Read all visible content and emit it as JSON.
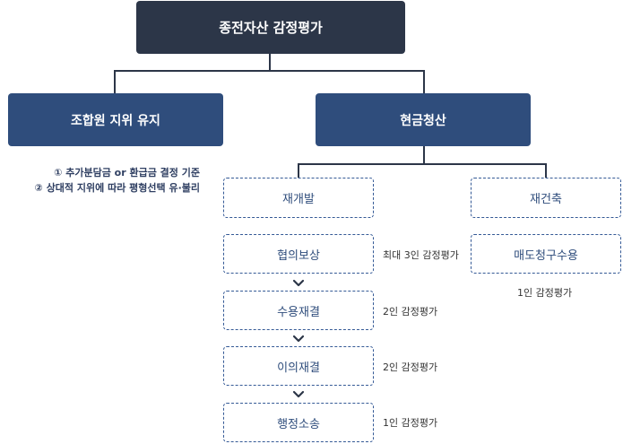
{
  "root": {
    "label": "종전자산 감정평가"
  },
  "branches": [
    {
      "label": "조합원 지위 유지",
      "notes": [
        "① 추가분담금 or 환급금 결정 기준",
        "② 상대적 지위에 따라 평형선택 유·불리"
      ]
    },
    {
      "label": "현금청산",
      "children": [
        {
          "label": "재개발",
          "steps": [
            {
              "label": "협의보상",
              "note": "최대 3인 감정평가"
            },
            {
              "label": "수용재결",
              "note": "2인 감정평가"
            },
            {
              "label": "이의재결",
              "note": "2인 감정평가"
            },
            {
              "label": "행정소송",
              "note": "1인 감정평가"
            }
          ]
        },
        {
          "label": "재건축",
          "steps": [
            {
              "label": "매도청구수용",
              "note": "1인 감정평가"
            }
          ]
        }
      ]
    }
  ],
  "colors": {
    "root_fill": "#2c3648",
    "branch_fill": "#2f4d7c",
    "dashed_border": "#355a96",
    "connector": "#2c3648"
  }
}
